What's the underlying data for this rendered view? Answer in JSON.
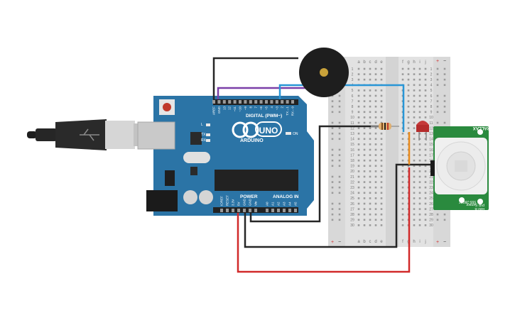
{
  "arduino": {
    "brand": "ARDUINO",
    "model": "UNO",
    "digital_label": "DIGITAL (PWM~)",
    "power_label": "POWER",
    "analog_label": "ANALOG IN",
    "led_l": "L",
    "led_tx": "TX",
    "led_rx": "RX",
    "led_on": "ON",
    "top_pins": [
      "AREF",
      "GND",
      "13",
      "12",
      "~11",
      "~10",
      "~9",
      "8",
      "7",
      "~6",
      "~5",
      "4",
      "~3",
      "2",
      "TX→1",
      "RX←0"
    ],
    "power_pins": [
      "IOREF",
      "RESET",
      "3.3V",
      "5V",
      "GND",
      "GND",
      "Vin"
    ],
    "analog_pins": [
      "A0",
      "A1",
      "A2",
      "A3",
      "A4",
      "A5"
    ]
  },
  "breadboard": {
    "cols_left": [
      "a",
      "b",
      "c",
      "d",
      "e"
    ],
    "cols_right": [
      "f",
      "g",
      "h",
      "i",
      "j"
    ],
    "rows": [
      "1",
      "2",
      "3",
      "4",
      "5",
      "6",
      "7",
      "8",
      "9",
      "10",
      "11",
      "12",
      "13",
      "14",
      "15",
      "16",
      "17",
      "18",
      "19",
      "20",
      "21",
      "22",
      "23",
      "24",
      "25",
      "26",
      "27",
      "28",
      "29",
      "30"
    ],
    "plus": "+",
    "minus": "−"
  },
  "pir": {
    "brand": "PARALLAX",
    "label": "PIR Sensor",
    "part": "555-28027",
    "rev": "Rev B"
  },
  "colors": {
    "board": "#2b74a6",
    "wire_black": "#262626",
    "wire_red": "#d12a2a",
    "wire_purple": "#7a3fa8",
    "wire_blue": "#2996d6",
    "wire_orange": "#e88a1c",
    "pir_green": "#2a8a3e"
  }
}
